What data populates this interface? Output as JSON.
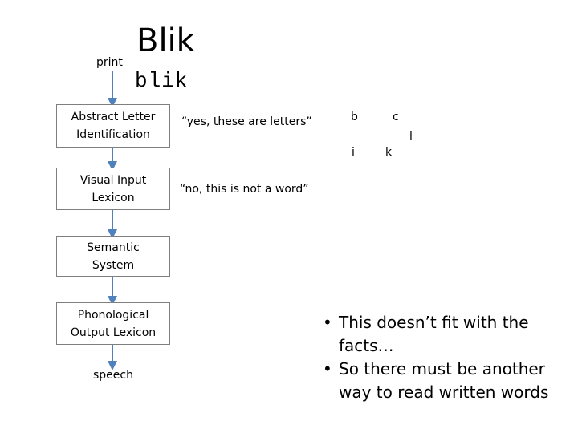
{
  "header": {
    "print_label": "print",
    "blik_big": "Blik",
    "blik_mono": "blik"
  },
  "boxes": [
    {
      "label": "Abstract Letter\nIdentification"
    },
    {
      "label": "Visual Input\nLexicon"
    },
    {
      "label": "Semantic\nSystem"
    },
    {
      "label": "Phonological\nOutput Lexicon"
    }
  ],
  "speech_label": "speech",
  "quotes": {
    "letters": "“yes, these are letters”",
    "word": "“no, this is not a word”"
  },
  "letters": [
    "b",
    "c",
    "l",
    "i",
    "k"
  ],
  "bullets": [
    "This doesn’t fit with the facts…",
    "So there must be another way to read written words"
  ],
  "colors": {
    "arrow": "#4f81bd",
    "box_border": "#7f7f7f"
  }
}
